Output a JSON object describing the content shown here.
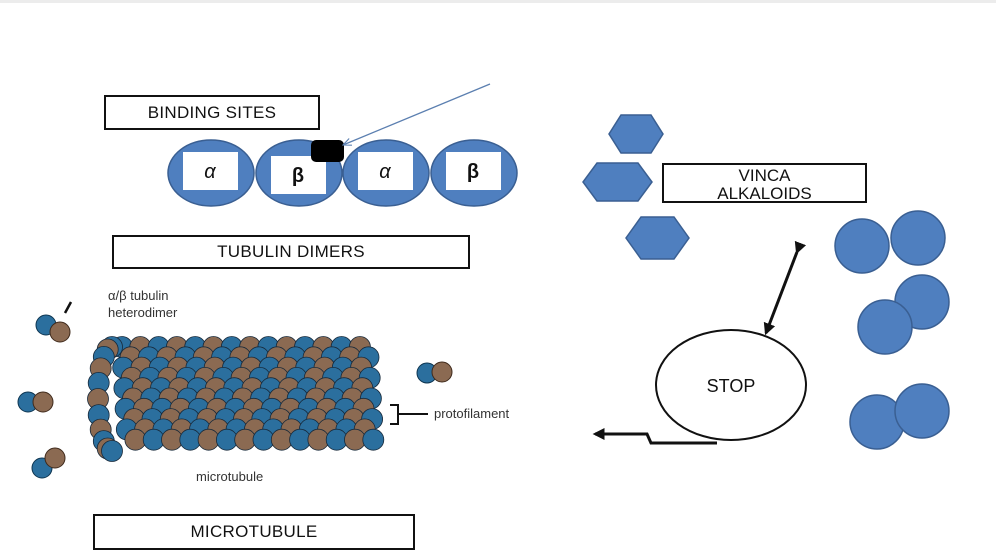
{
  "labels": {
    "binding_sites": "BINDING SITES",
    "tubulin_dimers": "TUBULIN DIMERS",
    "microtubule_box": "MICROTUBULE",
    "vinca_line1": "VINCA",
    "vinca_line2": "ALKALOIDS",
    "stop": "STOP"
  },
  "dimer": {
    "alpha": "α",
    "beta": "β"
  },
  "figure": {
    "heterodimer_line1": "α/β tubulin",
    "heterodimer_line2": "heterodimer",
    "protofilament": "protofilament",
    "microtubule": "microtubule"
  },
  "colors": {
    "tubulin_blue": "#4f7fbf",
    "alpha_blue": "#2b6f9e",
    "beta_brown": "#8b6a52",
    "vinca_blue": "#4f7fbf",
    "arrow_blue": "#5b7fb0"
  }
}
